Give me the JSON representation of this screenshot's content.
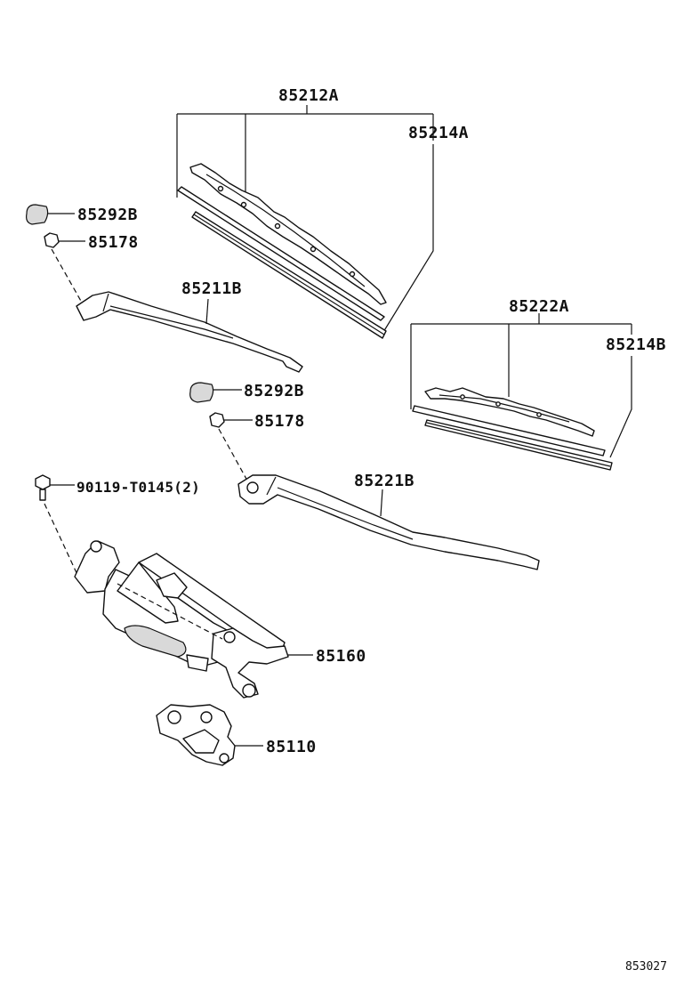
{
  "labels": {
    "blade_front_assy": "85212A",
    "blade_front_refill": "85214A",
    "cover_left": "85292B",
    "nut_left": "85178",
    "arm_front_left": "85211B",
    "blade_rear_assy": "85222A",
    "blade_rear_refill": "85214B",
    "cover_right": "85292B",
    "nut_right": "85178",
    "bolt": "90119-T0145(2)",
    "arm_front_right": "85221B",
    "link_assy": "85160",
    "motor": "85110"
  },
  "diagram_code": "853027"
}
